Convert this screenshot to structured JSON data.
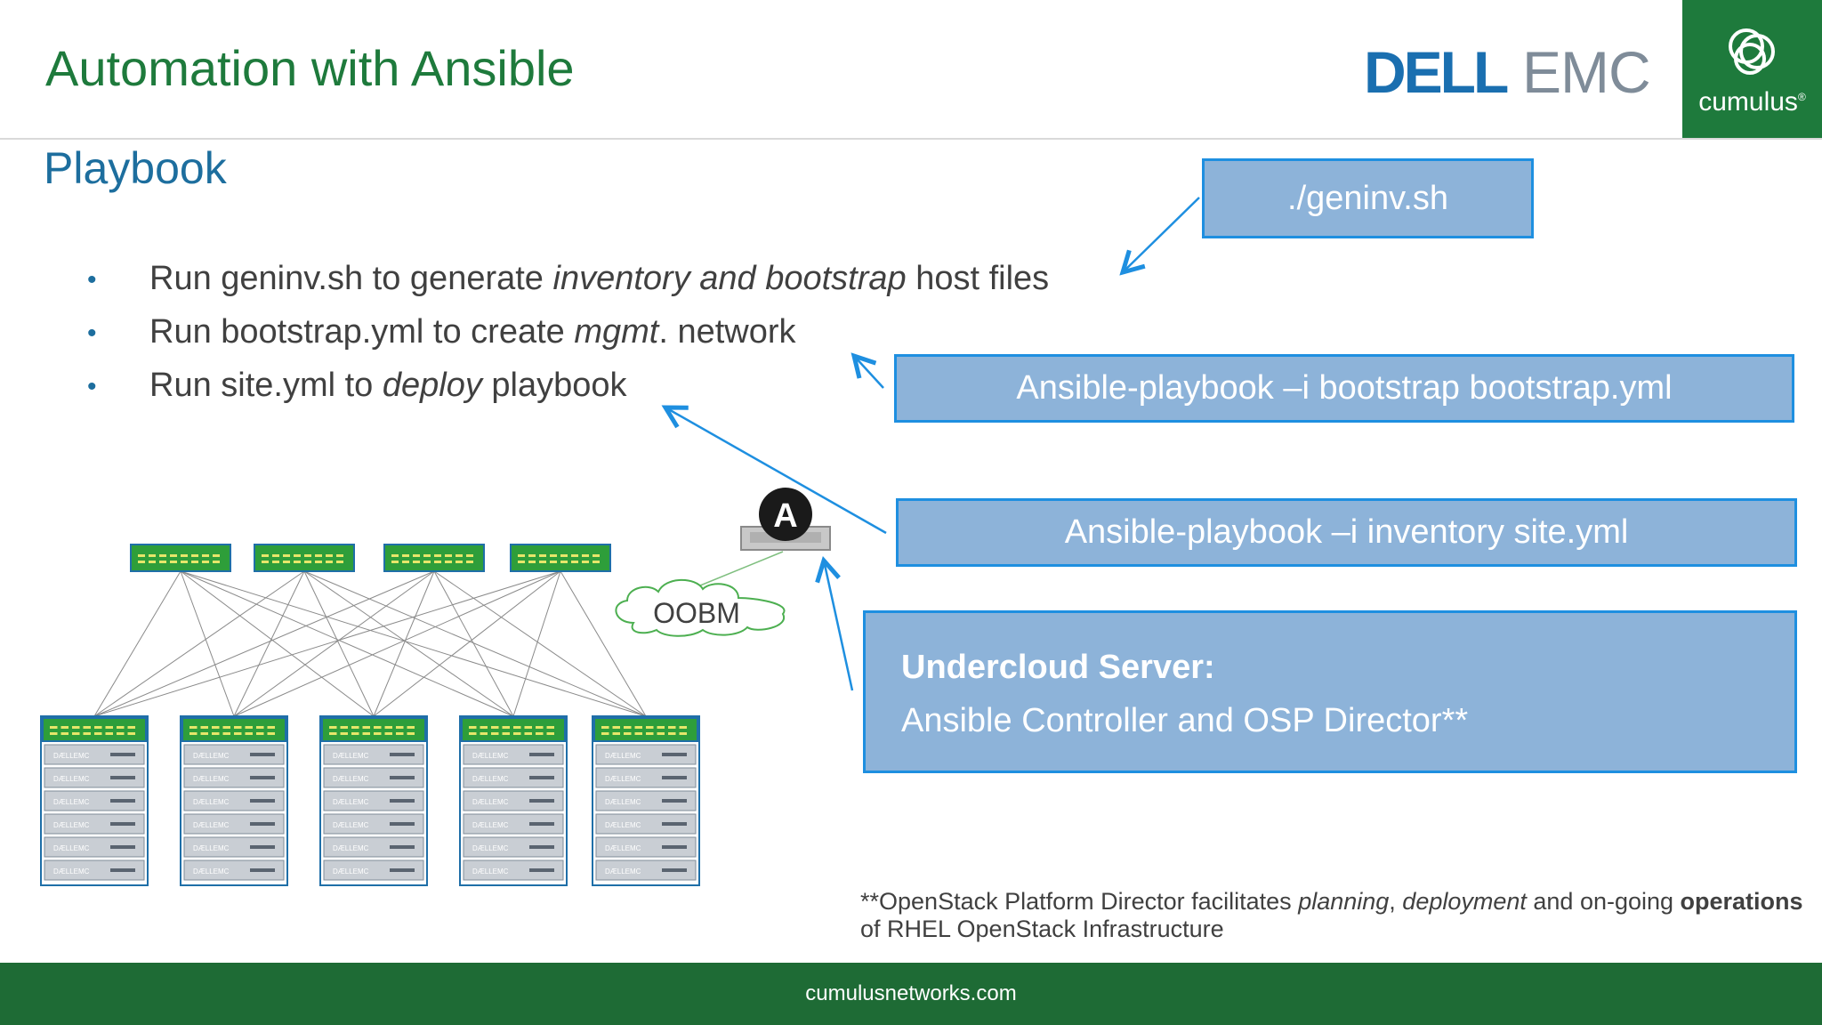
{
  "slide": {
    "title": "Automation with Ansible",
    "subtitle": "Playbook"
  },
  "logos": {
    "dell_emc": {
      "part1": "DELL",
      "part2": "EMC"
    },
    "cumulus": "cumulus"
  },
  "bullets": [
    {
      "parts": [
        {
          "t": "Run geninv.sh to generate ",
          "i": false
        },
        {
          "t": "inventory and bootstrap",
          "i": true
        },
        {
          "t": " host files",
          "i": false
        }
      ]
    },
    {
      "parts": [
        {
          "t": "Run bootstrap.yml to create ",
          "i": false
        },
        {
          "t": "mgmt",
          "i": true
        },
        {
          "t": ". network",
          "i": false
        }
      ]
    },
    {
      "parts": [
        {
          "t": "Run site.yml to ",
          "i": false
        },
        {
          "t": "deploy",
          "i": true
        },
        {
          "t": " playbook",
          "i": false
        }
      ]
    }
  ],
  "commands": {
    "geninv": "./geninv.sh",
    "bootstrap": "Ansible-playbook –i bootstrap bootstrap.yml",
    "site": "Ansible-playbook –i inventory site.yml"
  },
  "undercloud": {
    "title": "Undercloud Server:",
    "subtitle": "Ansible Controller and OSP Director**"
  },
  "diagram": {
    "oobm_label": "OOBM",
    "server_brand": "DÆLLEMC",
    "ansible_letter": "A"
  },
  "footnote": {
    "parts": [
      {
        "t": "**OpenStack Platform Director facilitates ",
        "s": "n"
      },
      {
        "t": "planning",
        "s": "i"
      },
      {
        "t": ", ",
        "s": "n"
      },
      {
        "t": "deployment",
        "s": "i"
      },
      {
        "t": " and on-going ",
        "s": "n"
      },
      {
        "t": "operations",
        "s": "b"
      },
      {
        "t": " of RHEL OpenStack Infrastructure",
        "s": "n"
      }
    ]
  },
  "footer": "cumulusnetworks.com",
  "colors": {
    "title_green": "#1e7a3c",
    "subtitle_blue": "#1d6e9e",
    "box_fill": "#8db3d9",
    "box_border": "#1e8fe0",
    "footer_green": "#1e6b35"
  }
}
